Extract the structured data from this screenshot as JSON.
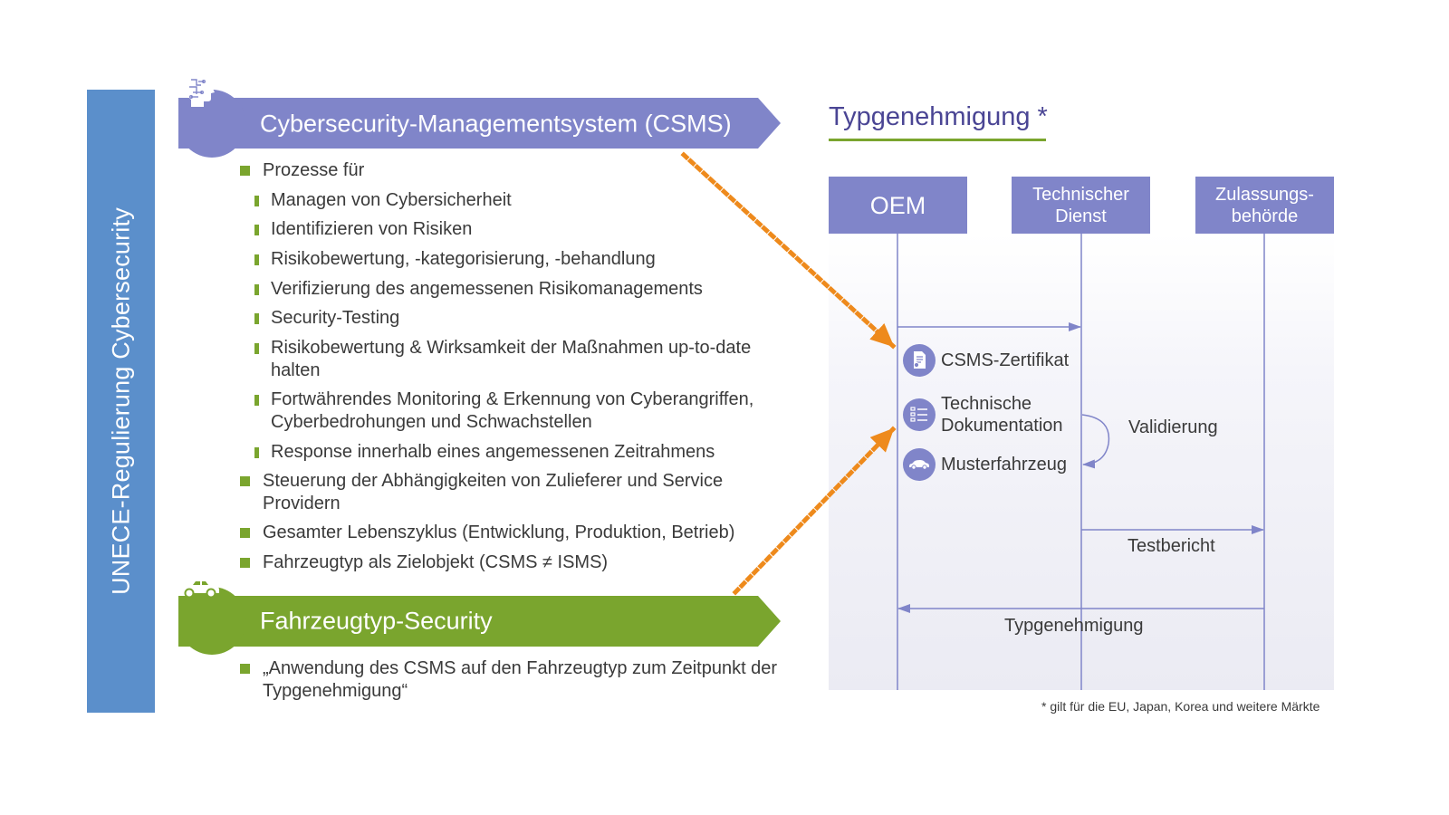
{
  "colors": {
    "sidebar": "#5b8fcb",
    "csms_banner": "#8085c9",
    "vehicle_banner": "#7aa52e",
    "bullet": "#7aa52e",
    "actor_box": "#8085c9",
    "arrow_line": "#8085c9",
    "dotted_arrow": "#ee8a1c",
    "title_text": "#4a4594"
  },
  "sidebar": {
    "label": "UNECE-Regulierung Cybersecurity"
  },
  "csms": {
    "icon": "head-circuit-icon",
    "title": "Cybersecurity-Managementsystem (CSMS)",
    "items": [
      {
        "level": 1,
        "text": "Prozesse für"
      },
      {
        "level": 2,
        "text": "Managen von Cybersicherheit"
      },
      {
        "level": 2,
        "text": "Identifizieren von Risiken"
      },
      {
        "level": 2,
        "text": "Risikobewertung, -kategorisierung, -behandlung"
      },
      {
        "level": 2,
        "text": "Verifizierung des angemessenen Risikomanagements"
      },
      {
        "level": 2,
        "text": "Security-Testing"
      },
      {
        "level": 2,
        "text": "Risikobewertung & Wirksamkeit der Maßnahmen up-to-date halten"
      },
      {
        "level": 2,
        "text": "Fortwährendes Monitoring & Erkennung von Cyberangriffen, Cyberbedrohungen und Schwachstellen"
      },
      {
        "level": 2,
        "text": "Response innerhalb eines angemessenen Zeitrahmens"
      },
      {
        "level": 1,
        "text": "Steuerung der Abhängigkeiten von Zulieferer und Service Providern"
      },
      {
        "level": 1,
        "text": "Gesamter Lebenszyklus (Entwicklung, Produktion, Betrieb)"
      },
      {
        "level": 1,
        "text": "Fahrzeugtyp als Zielobjekt (CSMS ≠ ISMS)"
      }
    ]
  },
  "vehicle_security": {
    "icon": "car-icon",
    "title": "Fahrzeugtyp-Security",
    "items": [
      {
        "level": 1,
        "text": "„Anwendung des CSMS auf den Fahrzeugtyp zum Zeitpunkt der Typgenehmigung“"
      }
    ]
  },
  "type_approval": {
    "title": "Typgenehmigung *",
    "actors": [
      {
        "id": "oem",
        "label": "OEM"
      },
      {
        "id": "td",
        "label": "Technischer Dienst"
      },
      {
        "id": "zb",
        "label": "Zulassungs-behörde"
      }
    ],
    "documents": [
      {
        "icon": "certificate-icon",
        "label": "CSMS-Zertifikat"
      },
      {
        "icon": "checklist-icon",
        "label": "Technische Dokumentation"
      },
      {
        "icon": "car-icon",
        "label": "Musterfahrzeug"
      }
    ],
    "messages": {
      "validation": "Validierung",
      "test_report": "Testbericht",
      "approval": "Typgenehmigung"
    },
    "footnote": "* gilt für die EU, Japan, Korea und weitere Märkte"
  }
}
